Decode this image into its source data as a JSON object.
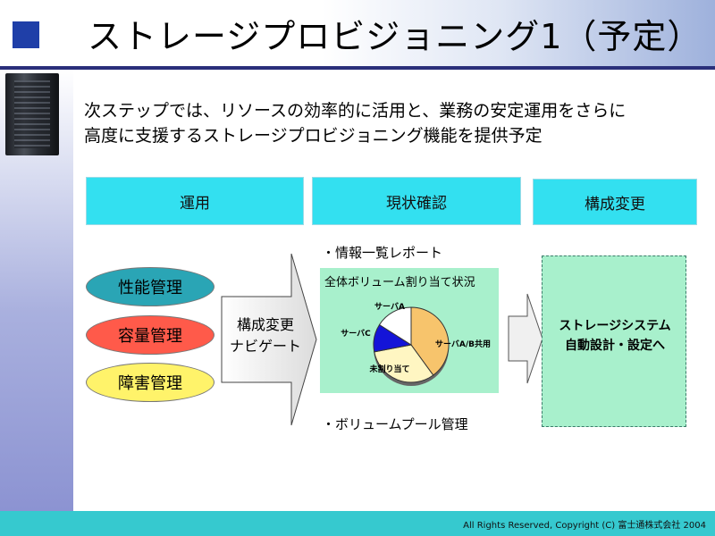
{
  "slide": {
    "title": "ストレージプロビジョニング1（予定）",
    "lead_line1": "次ステップでは、リソースの効率的に活用と、業務の安定運用をさらに",
    "lead_line2": "高度に支援するストレージプロビジョニング機能を提供予定"
  },
  "headers": {
    "operations": "運用",
    "status_check": "現状確認",
    "config_change": "構成変更"
  },
  "operations_items": {
    "performance": "性能管理",
    "capacity": "容量管理",
    "fault": "障害管理"
  },
  "arrow": {
    "line1": "構成変更",
    "line2": "ナビゲート"
  },
  "status": {
    "bullet_report": "・情報一覧レポート",
    "pie_title": "全体ボリューム割り当て状況",
    "bullet_pool": "・ボリュームプール管理"
  },
  "chart_data": {
    "type": "pie",
    "title": "全体ボリューム割り当て状況",
    "slices": [
      {
        "label": "サーバA/B共用",
        "value": 40,
        "color": "#f7c46c"
      },
      {
        "label": "未割り当て",
        "value": 32,
        "color": "#fff6c2"
      },
      {
        "label": "サーバC",
        "value": 12,
        "color": "#1414d8"
      },
      {
        "label": "サーバA",
        "value": 16,
        "color": "#ffffff"
      }
    ]
  },
  "config": {
    "line1": "ストレージシステム",
    "line2": "自動設計・設定へ"
  },
  "footer": {
    "copyright": "All Rights Reserved, Copyright (C) 富士通株式会社 2004"
  },
  "colors": {
    "header_box": "#33e0f0",
    "panel_green": "#a8f0cc",
    "footer": "#36c9cf",
    "title_square": "#1f3fa8"
  }
}
